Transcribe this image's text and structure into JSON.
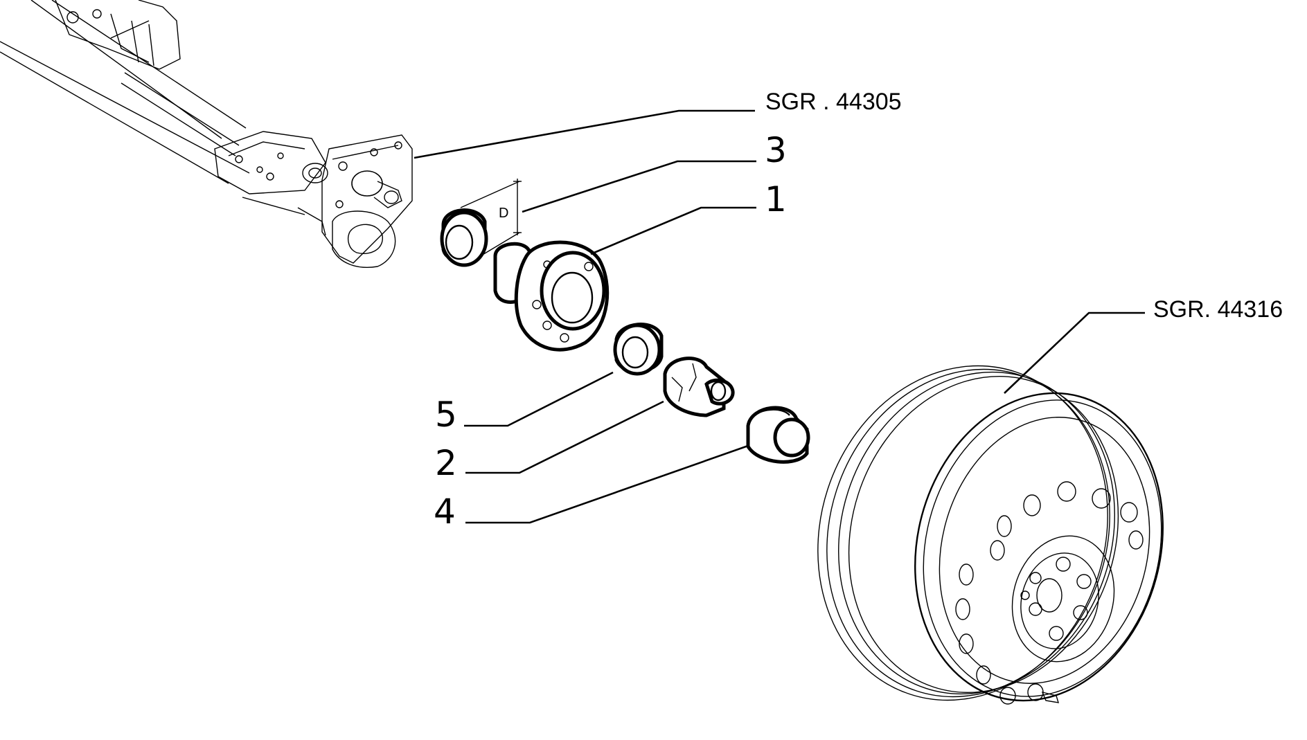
{
  "diagram": {
    "references": {
      "axle": "SGR . 44305",
      "wheel": "SGR. 44316"
    },
    "callouts": [
      "3",
      "1",
      "5",
      "2",
      "4"
    ],
    "dimension_label": "D"
  }
}
